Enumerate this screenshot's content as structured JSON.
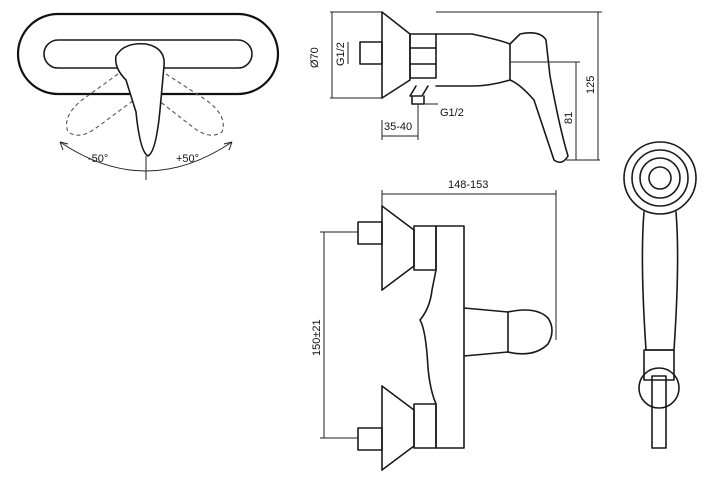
{
  "labels": {
    "angle_left": "-50°",
    "angle_right": "+50°",
    "diameter": "Ø70",
    "thread_top": "G1/2",
    "thread_bottom": "G1/2",
    "offset": "35-40",
    "height_81": "81",
    "height_125": "125",
    "width": "148-153",
    "spacing": "150±21"
  },
  "colors": {
    "line": "#1a1a1a",
    "background": "#ffffff"
  }
}
